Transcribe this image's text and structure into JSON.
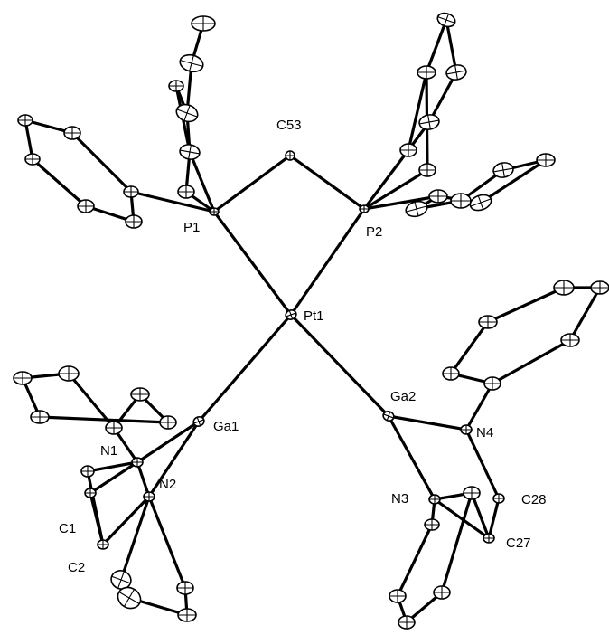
{
  "labels": {
    "pt1": "Pt1",
    "p1": "P1",
    "p2": "P2",
    "c53": "C53",
    "ga1": "Ga1",
    "ga2": "Ga2",
    "n1": "N1",
    "n2": "N2",
    "n3": "N3",
    "n4": "N4",
    "c1": "C1",
    "c2": "C2",
    "c27": "C27",
    "c28": "C28"
  }
}
